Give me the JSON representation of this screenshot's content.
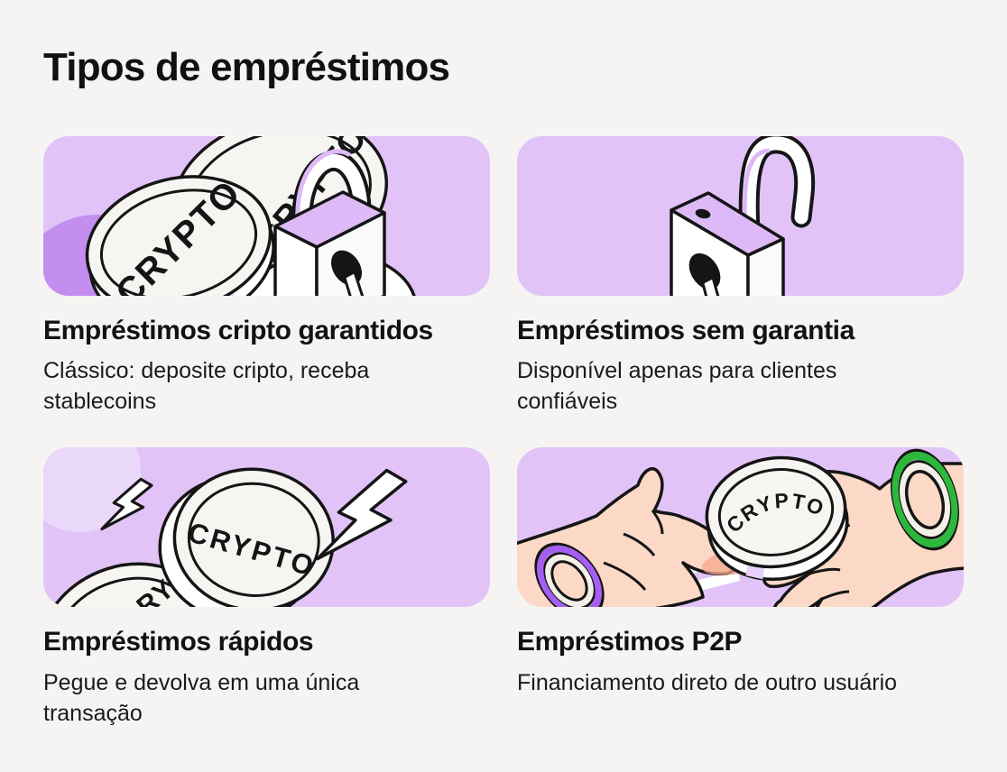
{
  "page": {
    "title": "Tipos de empréstimos",
    "background_color": "#f5f4f2"
  },
  "colors": {
    "card_background": "#e2c3f8",
    "blob_purple": "#c48ef0",
    "highlight_purple": "#ddb9f8",
    "outline": "#151515",
    "coin_face": "#f6f5f2",
    "white": "#ffffff",
    "skin": "#fcd9c7",
    "skin_shadow": "#f5a78c",
    "bracelet_green": "#2db83d",
    "bracelet_purple": "#a55ef2",
    "text": "#1a1a1f"
  },
  "cards": [
    {
      "title": "Empréstimos cripto garantidos",
      "description": "Clássico: deposite cripto, receba stablecoins",
      "illustration": "crypto-coins-and-lock",
      "coin_label": "CRYPTO"
    },
    {
      "title": "Empréstimos sem garantia",
      "description": "Disponível apenas para clientes confiáveis",
      "illustration": "open-padlock"
    },
    {
      "title": "Empréstimos rápidos",
      "description": "Pegue e devolva em uma única transação",
      "illustration": "coin-with-lightning",
      "coin_label": "CRYPTO",
      "coin_label_partial": "CRY"
    },
    {
      "title": "Empréstimos P2P",
      "description": "Financiamento direto de outro usuário",
      "illustration": "hands-exchanging-coin",
      "coin_label": "CRYPTO"
    }
  ]
}
